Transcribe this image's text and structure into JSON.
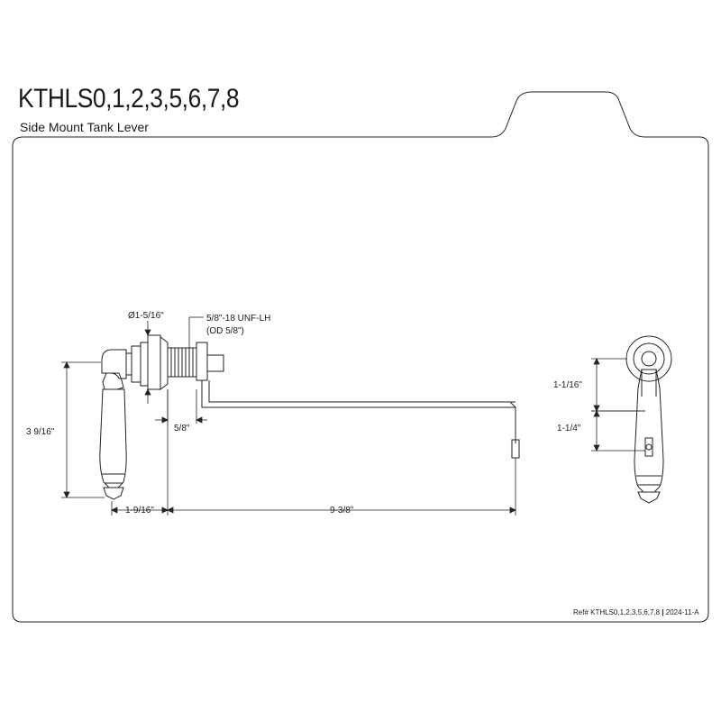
{
  "header": {
    "model": "KTHLS0,1,2,3,5,6,7,8",
    "description": "Side Mount Tank Lever"
  },
  "dimensions": {
    "thread_diameter": "Ø1-5/16\"",
    "thread_spec": "5/8\"-18 UNF-LH",
    "thread_od": "(OD 5/8\")",
    "shank_length": "5/8\"",
    "handle_height": "3 9/16\"",
    "handle_depth": "1-9/16\"",
    "arm_length": "9-3/8\"",
    "front_upper": "1-1/16\"",
    "front_lower": "1-1/4\""
  },
  "footer": {
    "ref_label": "Ref# KTHLS0,1,2,3,5,6,7,8",
    "separator": "|",
    "revision": "2024-11-A"
  }
}
